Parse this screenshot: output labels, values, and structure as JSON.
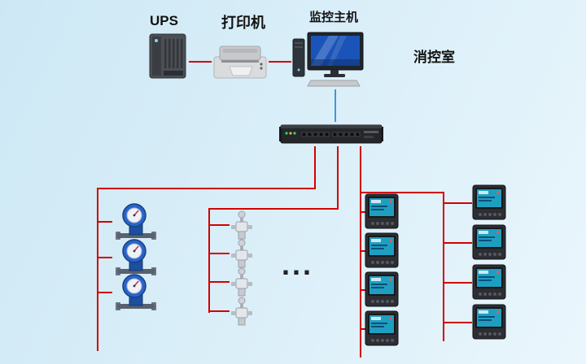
{
  "colors": {
    "line_red": "#d40000",
    "line_blue": "#3f97d9",
    "background_from": "#cde8f5",
    "background_to": "#eaf6fc"
  },
  "labels": {
    "ups": "UPS",
    "printer": "打印机",
    "host": "监控主机",
    "room": "消控室",
    "ellipsis": "..."
  },
  "branches": {
    "water_meters": 3,
    "valves": 4,
    "inner_power_meters": 4,
    "outer_power_meters": 4
  }
}
